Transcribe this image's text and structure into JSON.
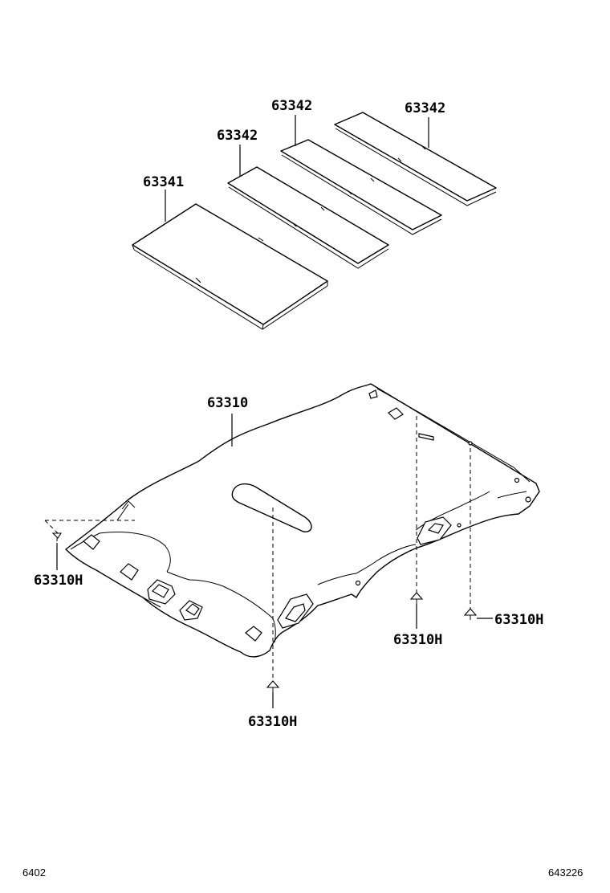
{
  "pads": [
    {
      "part_no": "63341"
    },
    {
      "part_no": "63342"
    },
    {
      "part_no": "63342"
    },
    {
      "part_no": "63342"
    }
  ],
  "headliner": {
    "part_no": "63310"
  },
  "clips": [
    {
      "part_no": "63310H"
    },
    {
      "part_no": "63310H"
    },
    {
      "part_no": "63310H"
    },
    {
      "part_no": "63310H"
    }
  ],
  "footer": {
    "left_code": "6402",
    "right_code": "643226"
  }
}
